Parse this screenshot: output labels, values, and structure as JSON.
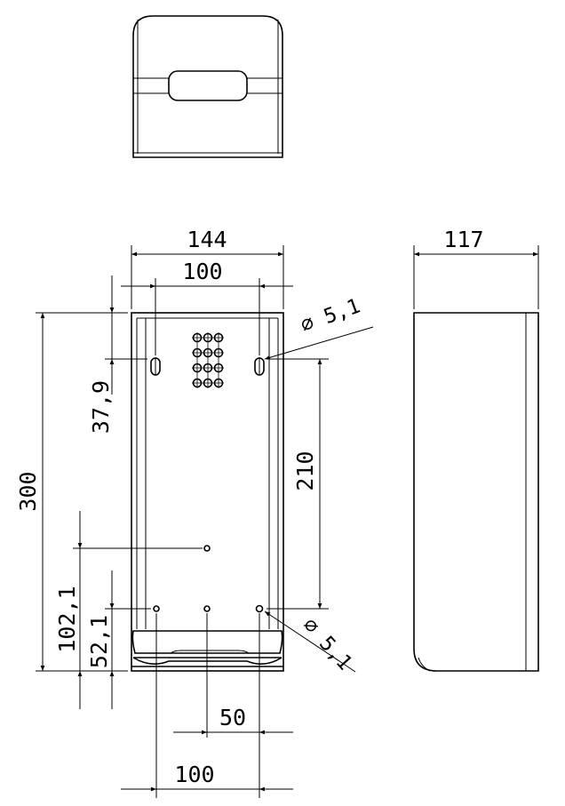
{
  "dimensions": {
    "overall_width": "144",
    "hole_spacing_top": "100",
    "depth": "117",
    "keyhole_diameter": "⌀ 5,1",
    "overall_height": "300",
    "top_hole_offset": "37,9",
    "vertical_hole_spacing": "210",
    "lower_center_hole_height": "102,1",
    "bottom_holes_height": "52,1",
    "bottom_hole_diameter": "⌀ 5,1",
    "bottom_half_spacing": "50",
    "bottom_hole_spacing": "100"
  }
}
